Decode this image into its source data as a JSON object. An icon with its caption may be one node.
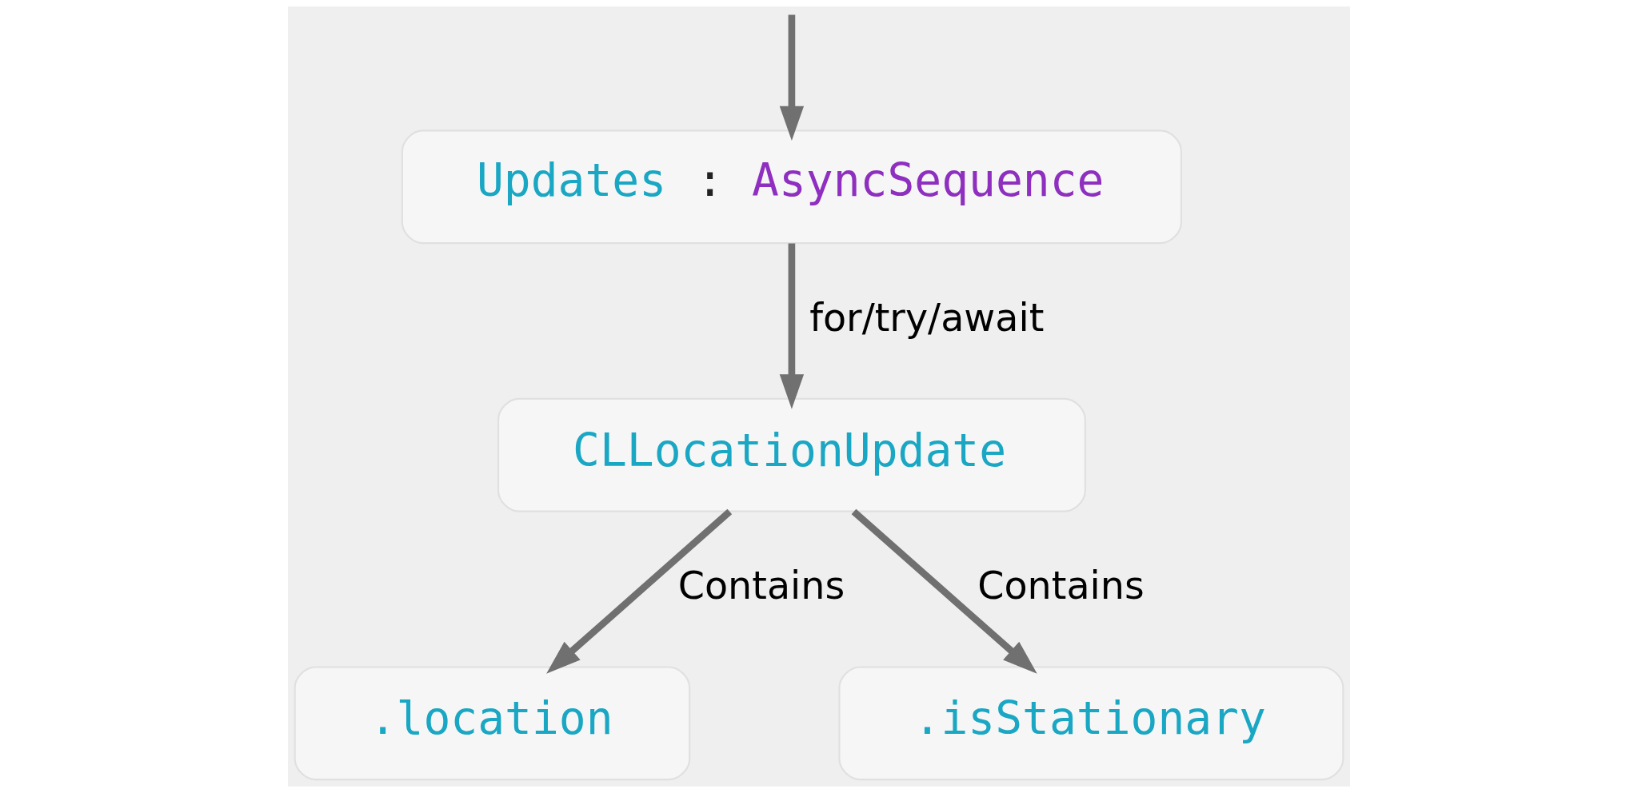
{
  "diagram": {
    "nodes": [
      {
        "text": [
          "Updates : AsyncSequence"
        ]
      },
      {
        "text": [
          "CLLocationUpdate"
        ]
      },
      {
        "text": [
          ".location"
        ]
      },
      {
        "text": [
          ".isStationary"
        ]
      }
    ],
    "edges": [
      {
        "from": null,
        "to": 0,
        "arrow": "to"
      },
      {
        "from": 0,
        "to": 1,
        "arrow": "to",
        "label": "for/try/await"
      },
      {
        "from": 1,
        "to": 2,
        "arrow": "to",
        "label": "Contains"
      },
      {
        "from": 1,
        "to": 3,
        "arrow": "to",
        "label": "Contains"
      }
    ]
  }
}
